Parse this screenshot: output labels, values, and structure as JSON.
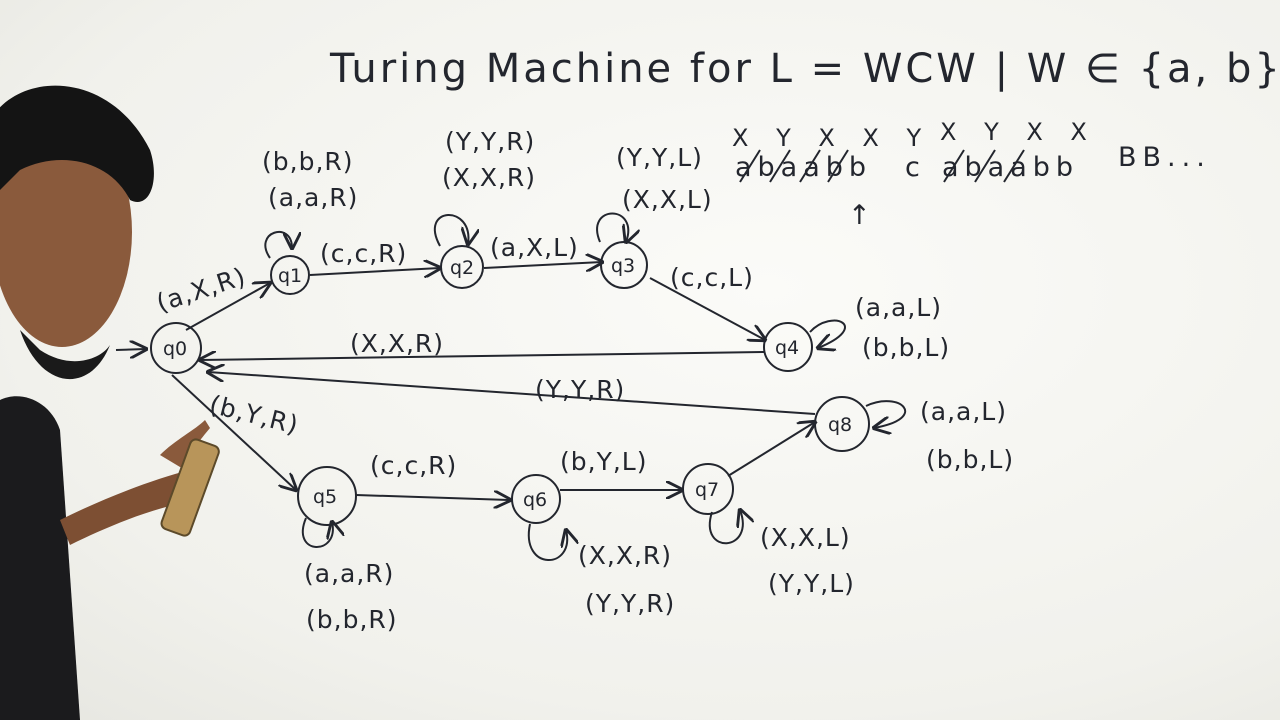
{
  "title": "Turing Machine for L = WCW | W ∈ {a, b}*",
  "tape": {
    "marks_group1": "X Y X X Y",
    "symbols_group1": "abaabb",
    "separator": "c",
    "marks_group2": "X Y X X",
    "symbols_group2": "abaabb",
    "blanks": "BB...",
    "head_arrow": "↑"
  },
  "states": [
    {
      "id": "q0",
      "label": "q0",
      "start": true
    },
    {
      "id": "q1",
      "label": "q1"
    },
    {
      "id": "q2",
      "label": "q2"
    },
    {
      "id": "q3",
      "label": "q3"
    },
    {
      "id": "q4",
      "label": "q4"
    },
    {
      "id": "q5",
      "label": "q5"
    },
    {
      "id": "q6",
      "label": "q6"
    },
    {
      "id": "q7",
      "label": "q7"
    },
    {
      "id": "q8",
      "label": "q8"
    }
  ],
  "transitions": [
    {
      "from": "q0",
      "to": "q1",
      "labels": [
        "(a,X,R)"
      ]
    },
    {
      "from": "q1",
      "to": "q1",
      "labels": [
        "(b,b,R)",
        "(a,a,R)"
      ]
    },
    {
      "from": "q1",
      "to": "q2",
      "labels": [
        "(c,c,R)"
      ]
    },
    {
      "from": "q2",
      "to": "q2",
      "labels": [
        "(Y,Y,R)",
        "(X,X,R)"
      ]
    },
    {
      "from": "q2",
      "to": "q3",
      "labels": [
        "(a,X,L)"
      ]
    },
    {
      "from": "q3",
      "to": "q3",
      "labels": [
        "(Y,Y,L)",
        "(X,X,L)"
      ]
    },
    {
      "from": "q3",
      "to": "q4",
      "labels": [
        "(c,c,L)"
      ]
    },
    {
      "from": "q4",
      "to": "q4",
      "labels": [
        "(a,a,L)",
        "(b,b,L)"
      ]
    },
    {
      "from": "q4",
      "to": "q0",
      "labels": [
        "(X,X,R)"
      ]
    },
    {
      "from": "q8",
      "to": "q0",
      "labels": [
        "(Y,Y,R)"
      ]
    },
    {
      "from": "q0",
      "to": "q5",
      "labels": [
        "(b,Y,R)"
      ]
    },
    {
      "from": "q5",
      "to": "q5",
      "labels": [
        "(a,a,R)",
        "(b,b,R)"
      ]
    },
    {
      "from": "q5",
      "to": "q6",
      "labels": [
        "(c,c,R)"
      ]
    },
    {
      "from": "q6",
      "to": "q6",
      "labels": [
        "(X,X,R)",
        "(Y,Y,R)"
      ]
    },
    {
      "from": "q6",
      "to": "q7",
      "labels": [
        "(b,Y,L)"
      ]
    },
    {
      "from": "q7",
      "to": "q7",
      "labels": [
        "(X,X,L)",
        "(Y,Y,L)"
      ]
    },
    {
      "from": "q7",
      "to": "q8",
      "labels": []
    },
    {
      "from": "q8",
      "to": "q8",
      "labels": [
        "(a,a,L)",
        "(b,b,L)"
      ]
    }
  ]
}
